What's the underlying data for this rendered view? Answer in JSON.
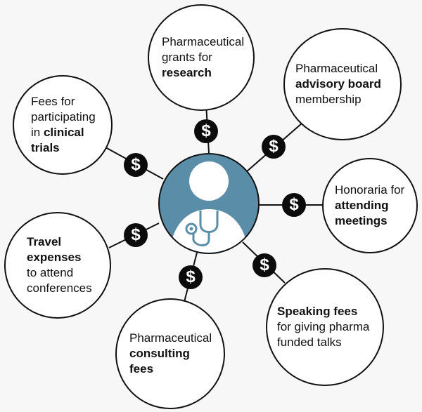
{
  "diagram": {
    "title": "Financial ties between pharmaceutical industry and physicians",
    "center": {
      "icon": "doctor-with-stethoscope-icon",
      "color": "#5a8ea8"
    },
    "connector_symbol": "$",
    "nodes": [
      {
        "id": "research",
        "lines": [
          {
            "text": "Pharmaceutical",
            "bold": false
          },
          {
            "text": "grants for",
            "bold": false
          },
          {
            "text": "research",
            "bold": true
          }
        ]
      },
      {
        "id": "advisory",
        "lines": [
          {
            "text": "Pharmaceutical",
            "bold": false
          },
          {
            "text": "advisory board",
            "bold": true
          },
          {
            "text": "membership",
            "bold": false
          }
        ]
      },
      {
        "id": "honoraria",
        "lines": [
          {
            "text": "Honoraria for",
            "bold": false
          },
          {
            "text": "attending",
            "bold": true
          },
          {
            "text": "meetings",
            "bold": true
          }
        ]
      },
      {
        "id": "speaking",
        "lines": [
          {
            "text": "Speaking fees",
            "bold": true
          },
          {
            "text": "for giving pharma",
            "bold": false
          },
          {
            "text": "funded talks",
            "bold": false
          }
        ]
      },
      {
        "id": "consulting",
        "lines": [
          {
            "text": "Pharmaceutical",
            "bold": false
          },
          {
            "text": "consulting",
            "bold": true
          },
          {
            "text": "fees",
            "bold": true
          }
        ]
      },
      {
        "id": "travel",
        "lines": [
          {
            "text": "Travel",
            "bold": true
          },
          {
            "text": "expenses",
            "bold": true
          },
          {
            "text": "to attend",
            "bold": false
          },
          {
            "text": "conferences",
            "bold": false
          }
        ]
      },
      {
        "id": "clinical",
        "lines": [
          {
            "text": "Fees for",
            "bold": false
          },
          {
            "text": "participating",
            "bold": false
          },
          {
            "text": "in ",
            "bold": false,
            "inline_bold": "clinical"
          },
          {
            "text": "trials",
            "bold": true
          }
        ]
      }
    ]
  }
}
